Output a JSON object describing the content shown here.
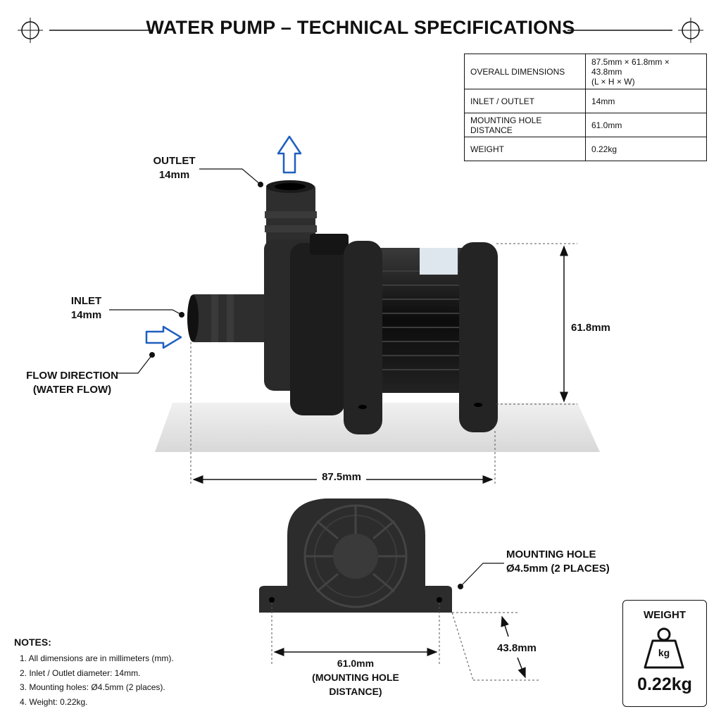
{
  "title": "WATER PUMP – TECHNICAL SPECIFICATIONS",
  "specs": [
    {
      "label": "OVERALL DIMENSIONS",
      "value": "87.5mm × 61.8mm × 43.8mm",
      "value2": "(L × H × W)"
    },
    {
      "label": "INLET / OUTLET",
      "value": "14mm"
    },
    {
      "label": "MOUNTING HOLE DISTANCE",
      "value": "61.0mm"
    },
    {
      "label": "WEIGHT",
      "value": "0.22kg"
    }
  ],
  "callouts": {
    "outlet_label": "OUTLET",
    "outlet_size": "14mm",
    "inlet_label": "INLET",
    "inlet_size": "14mm",
    "flow_label": "FLOW DIRECTION",
    "flow_sub": "(WATER FLOW)",
    "height": "61.8mm",
    "length": "87.5mm",
    "mount_hole_label": "MOUNTING HOLE",
    "mount_hole_size": "Ø4.5mm (2 PLACES)",
    "width": "43.8mm",
    "hole_distance": "61.0mm",
    "hole_distance_sub": "(MOUNTING HOLE DISTANCE)"
  },
  "notes": {
    "title": "NOTES:",
    "items": [
      "1. All dimensions are in millimeters (mm).",
      "2. Inlet / Outlet diameter: 14mm.",
      "3. Mounting holes: Ø4.5mm (2 places).",
      "4. Weight: 0.22kg."
    ]
  },
  "weight_box": {
    "title": "WEIGHT",
    "icon_text": "kg",
    "value": "0.22kg"
  },
  "colors": {
    "arrow_blue": "#1f5fbf",
    "pump_body": "#2b2b2b",
    "pump_dark": "#141414",
    "base_plate": "#e6e6e6"
  }
}
